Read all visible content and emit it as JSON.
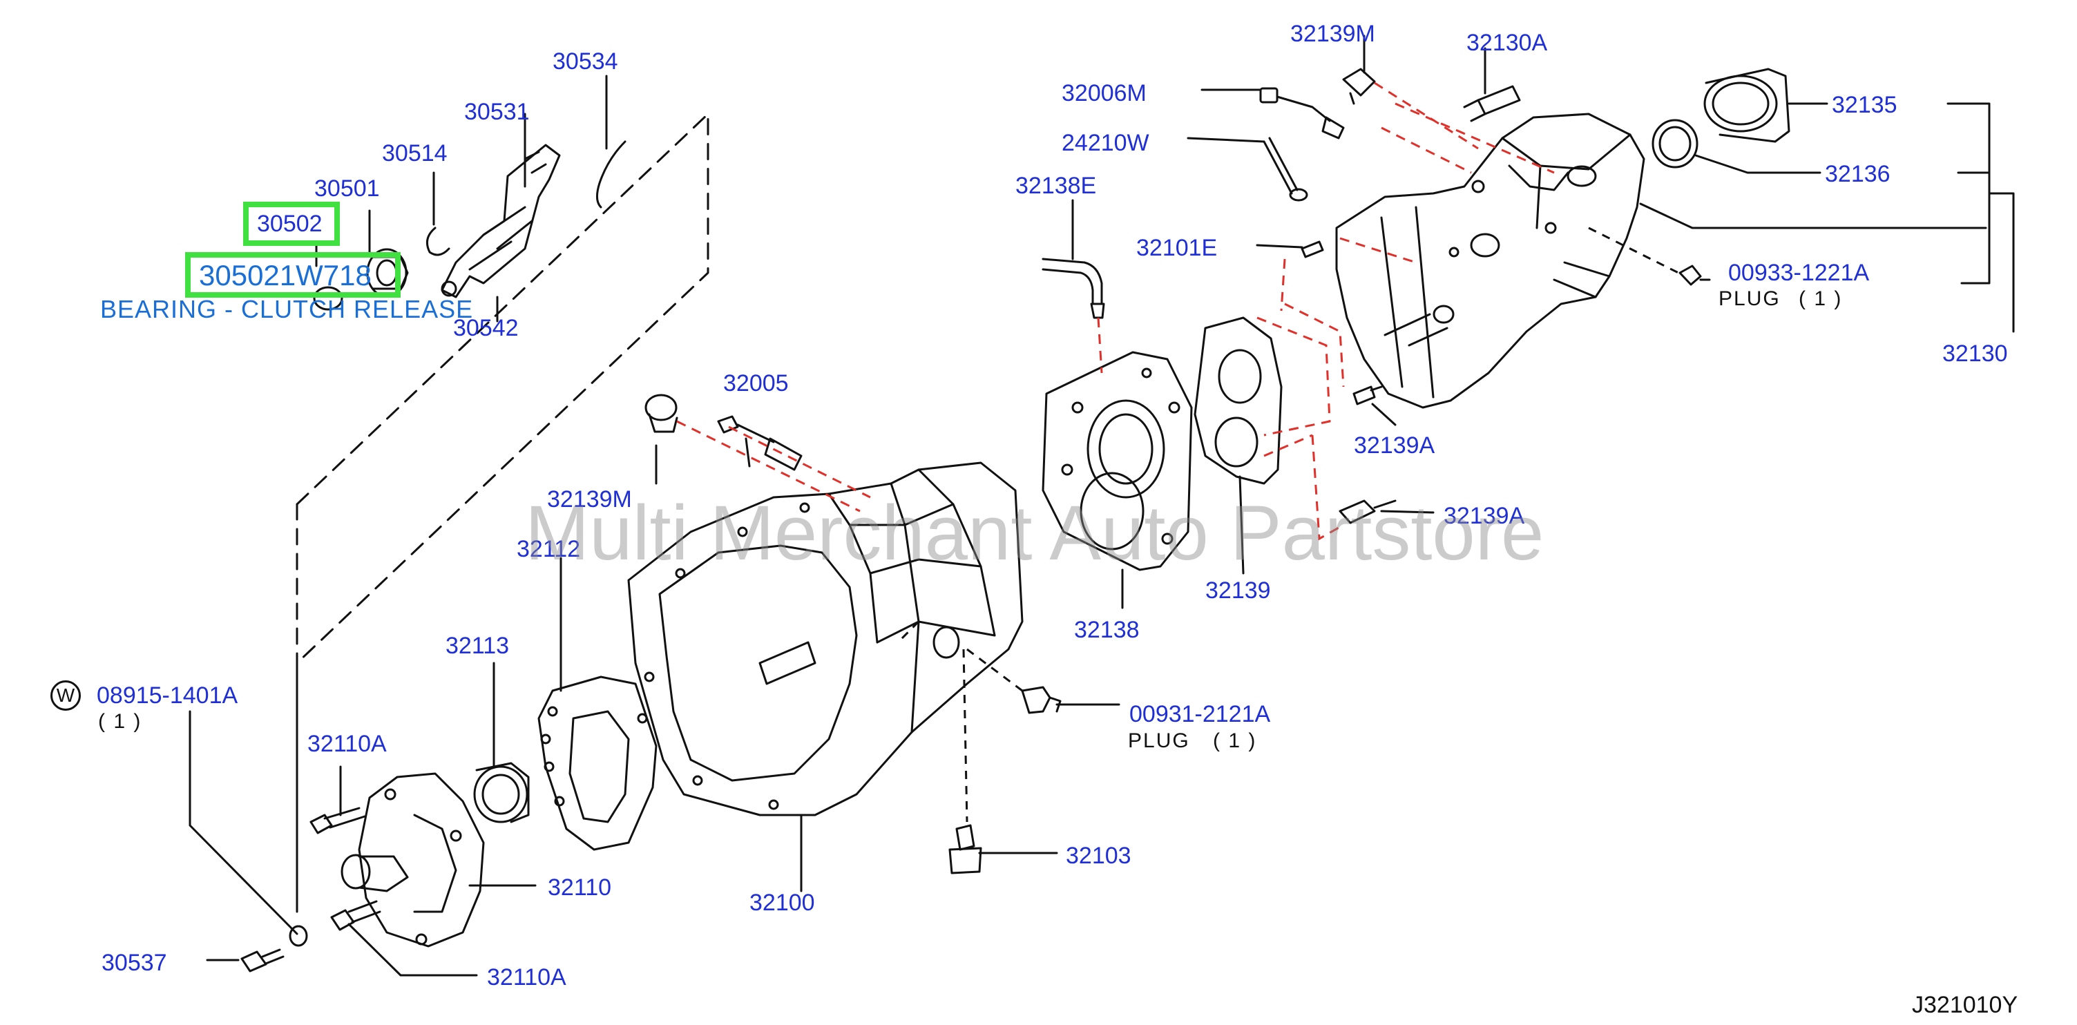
{
  "parts": {
    "p30534": "30534",
    "p30531": "30531",
    "p30514": "30514",
    "p30501": "30501",
    "p30502": "30502",
    "p305021W718": "305021W718",
    "p30542": "30542",
    "p32139M_top": "32139M",
    "p32130A": "32130A",
    "p32006M": "32006M",
    "p24210W": "24210W",
    "p32135": "32135",
    "p32136": "32136",
    "p32138E": "32138E",
    "p32101E": "32101E",
    "p00933": "00933-1221A",
    "p32130": "32130",
    "p32005": "32005",
    "p32139A_1": "32139A",
    "p32139M_mid": "32139M",
    "p32139A_2": "32139A",
    "p32112": "32112",
    "p32139": "32139",
    "p32138": "32138",
    "p32113": "32113",
    "p08915": "08915-1401A",
    "p00931": "00931-2121A",
    "p32110A_top": "32110A",
    "p32110": "32110",
    "p32100": "32100",
    "p32103": "32103",
    "p30537": "30537",
    "p32110A_bot": "32110A"
  },
  "quantities": {
    "q08915": "( 1 )",
    "plug_top_label": "PLUG",
    "plug_top_qty": "( 1 )",
    "plug_mid_label": "PLUG",
    "plug_mid_qty": "( 1 )"
  },
  "w_marker": "W",
  "highlight": {
    "description": "BEARING - CLUTCH RELEASE",
    "color": "#3fe03f"
  },
  "watermark": "Multi Merchant Auto Partstore",
  "diagram_code": "J321010Y",
  "colors": {
    "label": "#1f2fd6",
    "highlight_text": "#1a6fd6",
    "dash_red": "#e0302a",
    "line": "#111111"
  }
}
